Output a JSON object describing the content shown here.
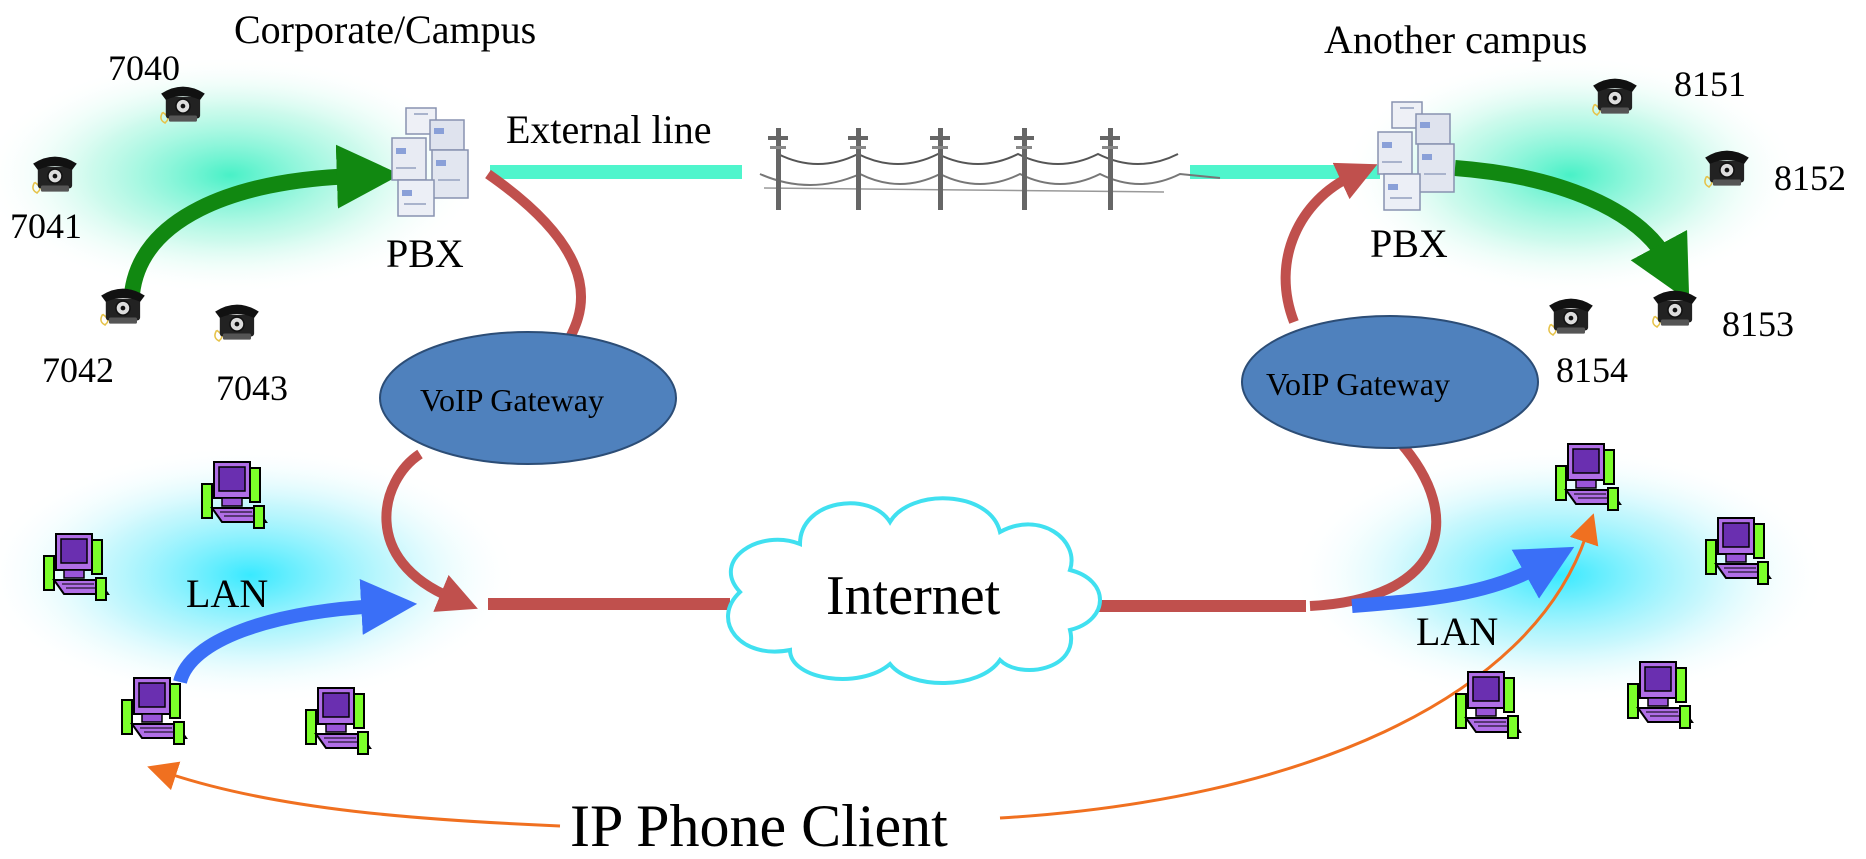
{
  "sites": {
    "corporate": {
      "title": "Corporate/Campus",
      "pbx_label": "PBX",
      "lan_label": "LAN",
      "gateway_label": "VoIP Gateway",
      "extensions": [
        "7040",
        "7041",
        "7042",
        "7043"
      ]
    },
    "other": {
      "title": "Another campus",
      "pbx_label": "PBX",
      "lan_label": "LAN",
      "gateway_label": "VoIP Gateway",
      "extensions": [
        "8151",
        "8152",
        "8153",
        "8154"
      ]
    }
  },
  "links": {
    "external_line": "External line",
    "internet": "Internet",
    "ip_phone_client": "IP Phone Client"
  },
  "colors": {
    "pstn_line": "#4ff5cc",
    "voip_path": "#c0504d",
    "call_arrow": "#118811",
    "lan_arrow": "#3a6ff7",
    "client_arrow": "#f07020",
    "gateway_fill": "#4f81bd",
    "cloud_outline": "#40e0f0",
    "computer": "#b06ee6"
  }
}
